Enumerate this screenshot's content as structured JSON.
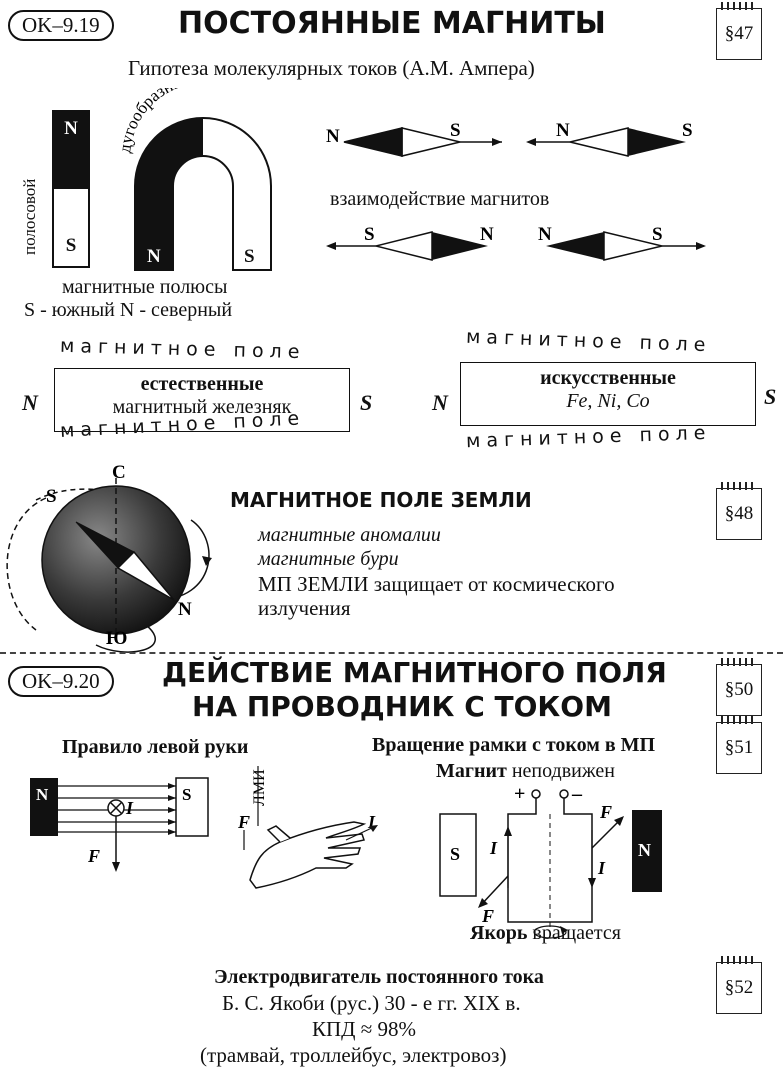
{
  "ok919": {
    "code": "OK–9.19",
    "title": "ПОСТОЯННЫЕ МАГНИТЫ",
    "para": "§47",
    "hypothesis": "Гипотеза молекулярных токов (А.М. Ампера)",
    "bar_label": "полосовой",
    "horseshoe_label": "дугообразный",
    "pole_n": "N",
    "pole_s": "S",
    "poles_caption": "магнитные полюсы",
    "poles_legend": "S - южный  N - северный",
    "interaction": "взаимодействие магнитов",
    "field_word": "магнитное поле",
    "natural": {
      "title": "естественные",
      "sub": "магнитный железняк"
    },
    "artificial": {
      "title": "искусственные",
      "sub": "Fe, Ni, Co"
    }
  },
  "earth": {
    "title": "МАГНИТНОЕ ПОЛЕ ЗЕМЛИ",
    "para": "§48",
    "line1": "магнитные  аномалии",
    "line2": "магнитные  бури",
    "line3": "МП ЗЕМЛИ защищает от космического",
    "line4": "излучения",
    "label_c": "С",
    "label_yu": "Ю",
    "label_s": "S",
    "label_n": "N"
  },
  "ok920": {
    "code": "OK–9.20",
    "title1": "ДЕЙСТВИЕ МАГНИТНОГО ПОЛЯ",
    "title2": "НА ПРОВОДНИК С ТОКОМ",
    "para1": "§50",
    "para2": "§51",
    "left_rule": "Правило левой руки",
    "lmi": "ЛМИ",
    "force": "F",
    "current": "I",
    "rotation_title": "Вращение рамки с током в МП",
    "magnet_bold": "Магнит",
    "magnet_rest": " неподвижен",
    "plus": "+",
    "minus": "–",
    "armature_bold": "Якорь",
    "armature_rest": " вращается"
  },
  "motor": {
    "title": "Электродвигатель постоянного тока",
    "line1": "Б. С. Якоби (рус.) 30 - е гг. XIX в.",
    "line2": "КПД ≈ 98%",
    "line3": "(трамвай, троллейбус, электровоз)",
    "para": "§52"
  }
}
